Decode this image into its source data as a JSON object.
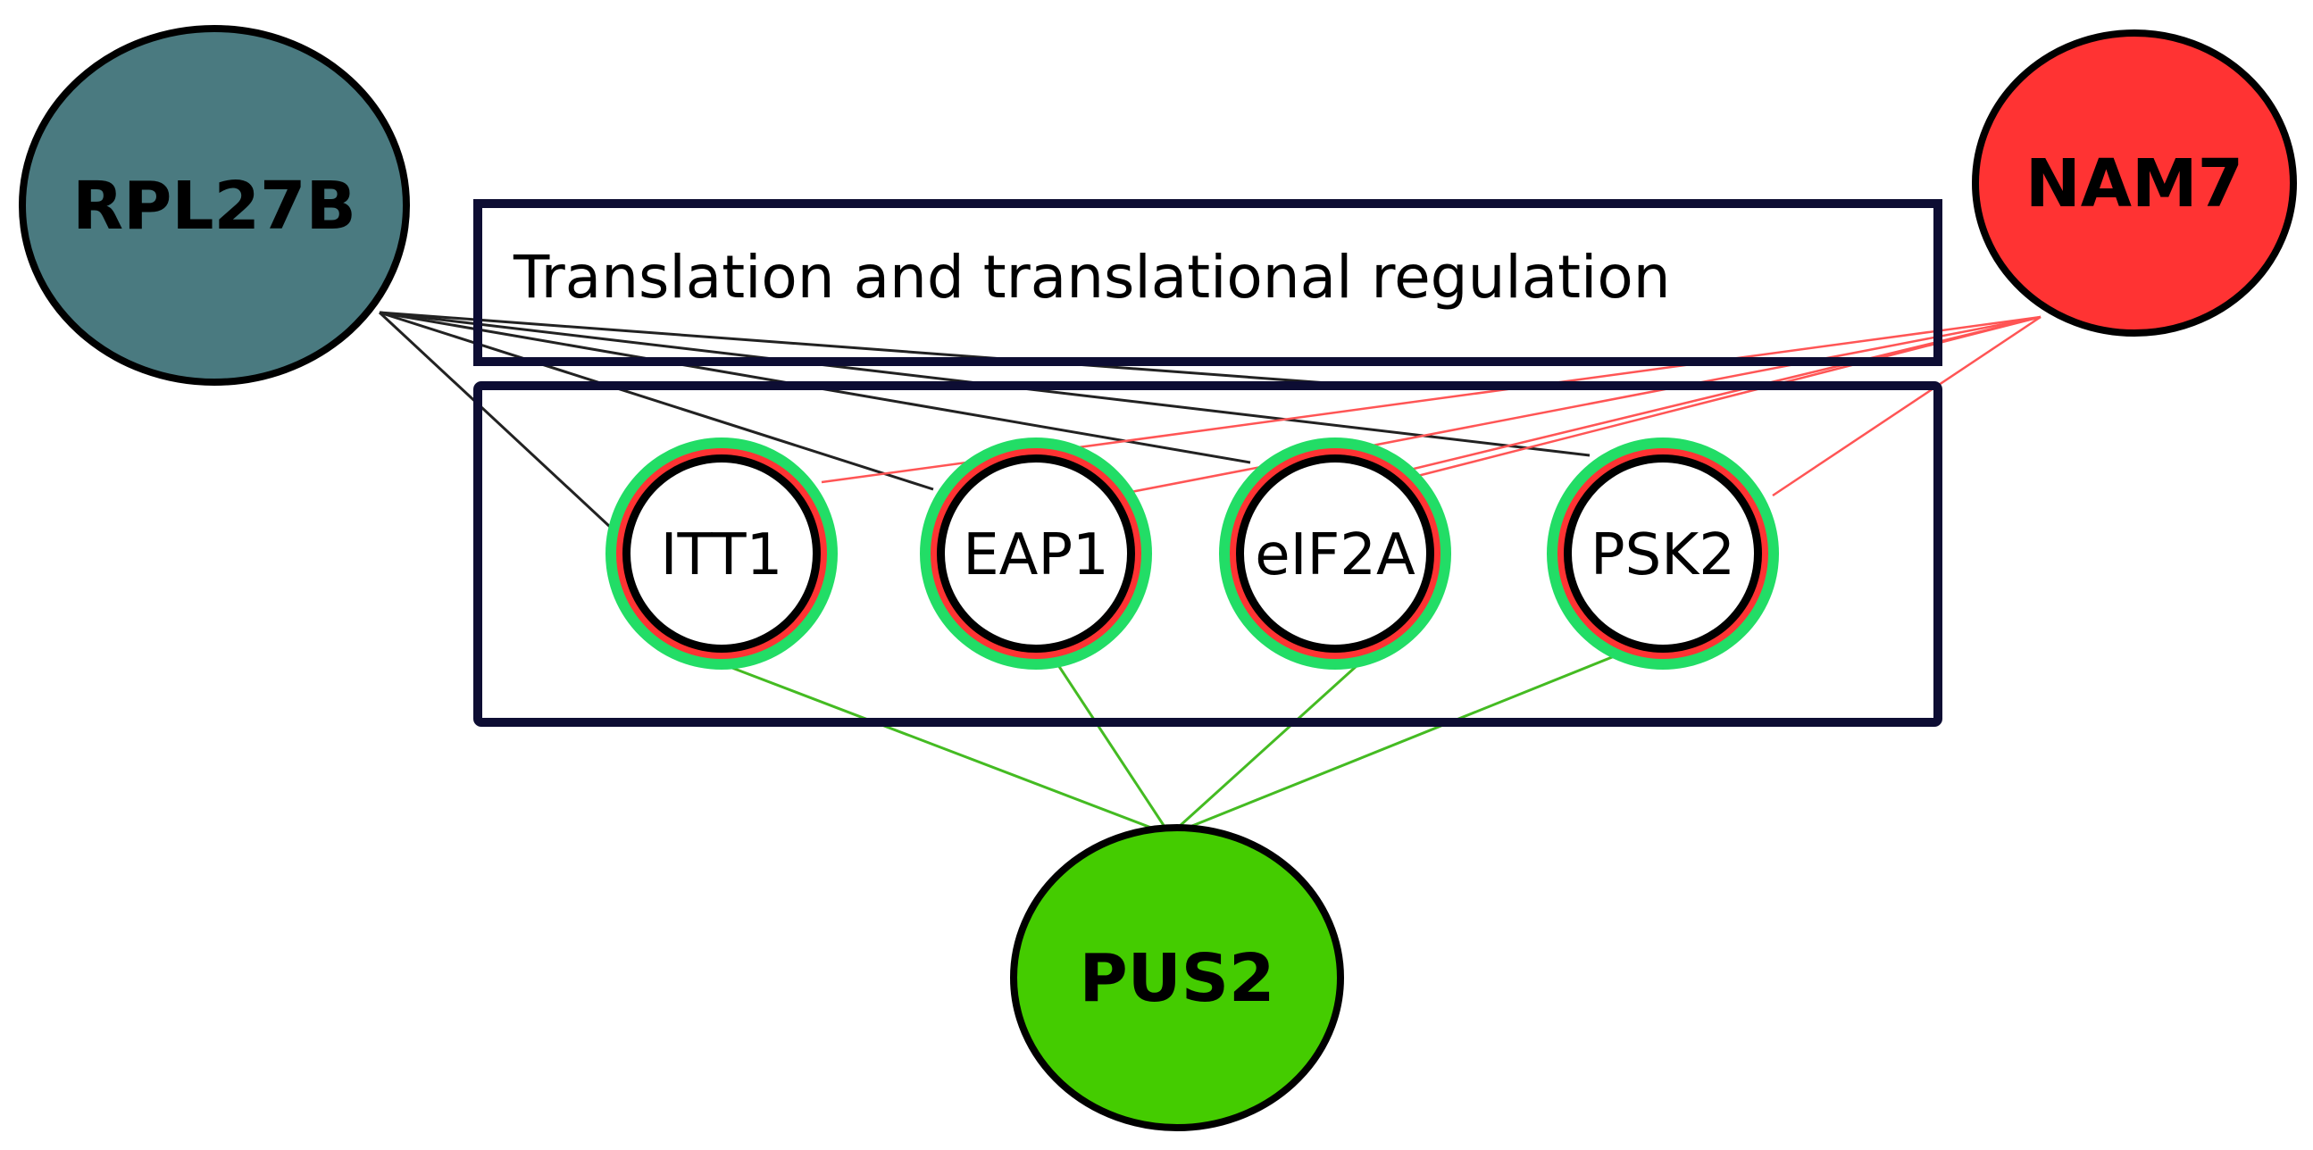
{
  "diagram": {
    "title": "Translation and translational regulation",
    "hubs": {
      "rpl27b": {
        "label": "RPL27B",
        "color": "#4a7a80"
      },
      "nam7": {
        "label": "NAM7",
        "color": "#ff3333"
      },
      "pus2": {
        "label": "PUS2",
        "color": "#44cc00"
      }
    },
    "genes": [
      {
        "label": "ITT1"
      },
      {
        "label": "EAP1"
      },
      {
        "label": "eIF2A"
      },
      {
        "label": "PSK2"
      }
    ],
    "colors": {
      "box_border": "#0d0d33",
      "rpl27b_edges": "#222222",
      "nam7_edges": "#ff5555",
      "pus2_edges": "#44bb22",
      "gene_ring_outer": "#22dd66",
      "gene_ring_middle": "#ff3333",
      "gene_ring_inner": "#000000"
    }
  }
}
